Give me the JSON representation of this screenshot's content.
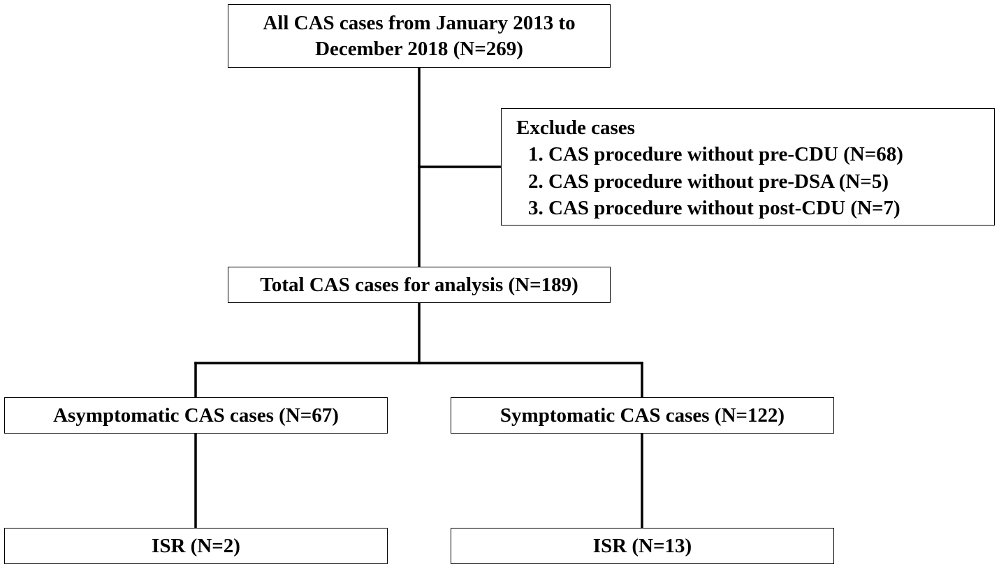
{
  "flowchart": {
    "all_cases": {
      "line1": "All CAS cases from January 2013 to",
      "line2": "December 2018 (N=269)"
    },
    "exclusion": {
      "title": "Exclude cases",
      "items": [
        "1. CAS procedure without pre-CDU (N=68)",
        "2. CAS procedure without pre-DSA (N=5)",
        "3. CAS procedure without post-CDU (N=7)"
      ]
    },
    "total_cases": "Total CAS cases for analysis (N=189)",
    "asymptomatic": "Asymptomatic CAS cases (N=67)",
    "symptomatic": "Symptomatic CAS cases (N=122)",
    "isr_asymptomatic": "ISR (N=2)",
    "isr_symptomatic": "ISR (N=13)"
  }
}
